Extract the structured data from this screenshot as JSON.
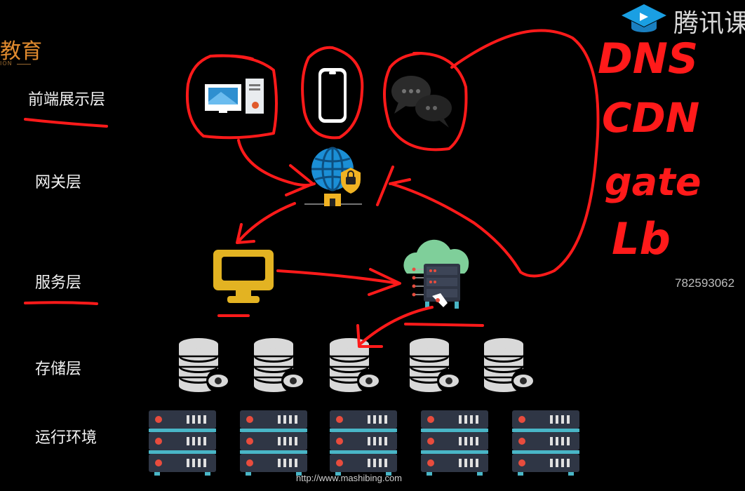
{
  "brand": {
    "left_text": "教育",
    "left_subtext": "ION",
    "right_text": "腾讯课"
  },
  "layers": [
    {
      "id": "frontend",
      "label": "前端展示层"
    },
    {
      "id": "gateway",
      "label": "网关层"
    },
    {
      "id": "service",
      "label": "服务层"
    },
    {
      "id": "storage",
      "label": "存储层"
    },
    {
      "id": "runtime",
      "label": "运行环境"
    }
  ],
  "handwritten_notes": [
    "DNS",
    "CDN",
    "gate",
    "Lb"
  ],
  "watermark_number": "782593062",
  "footer_url": "http://www.mashibing.com",
  "icons": {
    "frontend": [
      "desktop-pc-icon",
      "smartphone-icon",
      "chat-bubbles-icon"
    ],
    "gateway": "globe-lock-icon",
    "service": [
      "yellow-monitor-icon",
      "cloud-server-icon"
    ],
    "storage": "database-icon",
    "runtime": "server-rack-icon"
  },
  "colors": {
    "background": "#000000",
    "annotation": "#ff1a1a",
    "monitor": "#e3b322",
    "globe": "#1b8fd6",
    "lock": "#f0b323",
    "database": "#d9d9d9",
    "rack": "#2f3645",
    "rack_stripe": "#49b6c7",
    "rack_led": "#e84c3d",
    "cloud": "#7fcf9a"
  }
}
